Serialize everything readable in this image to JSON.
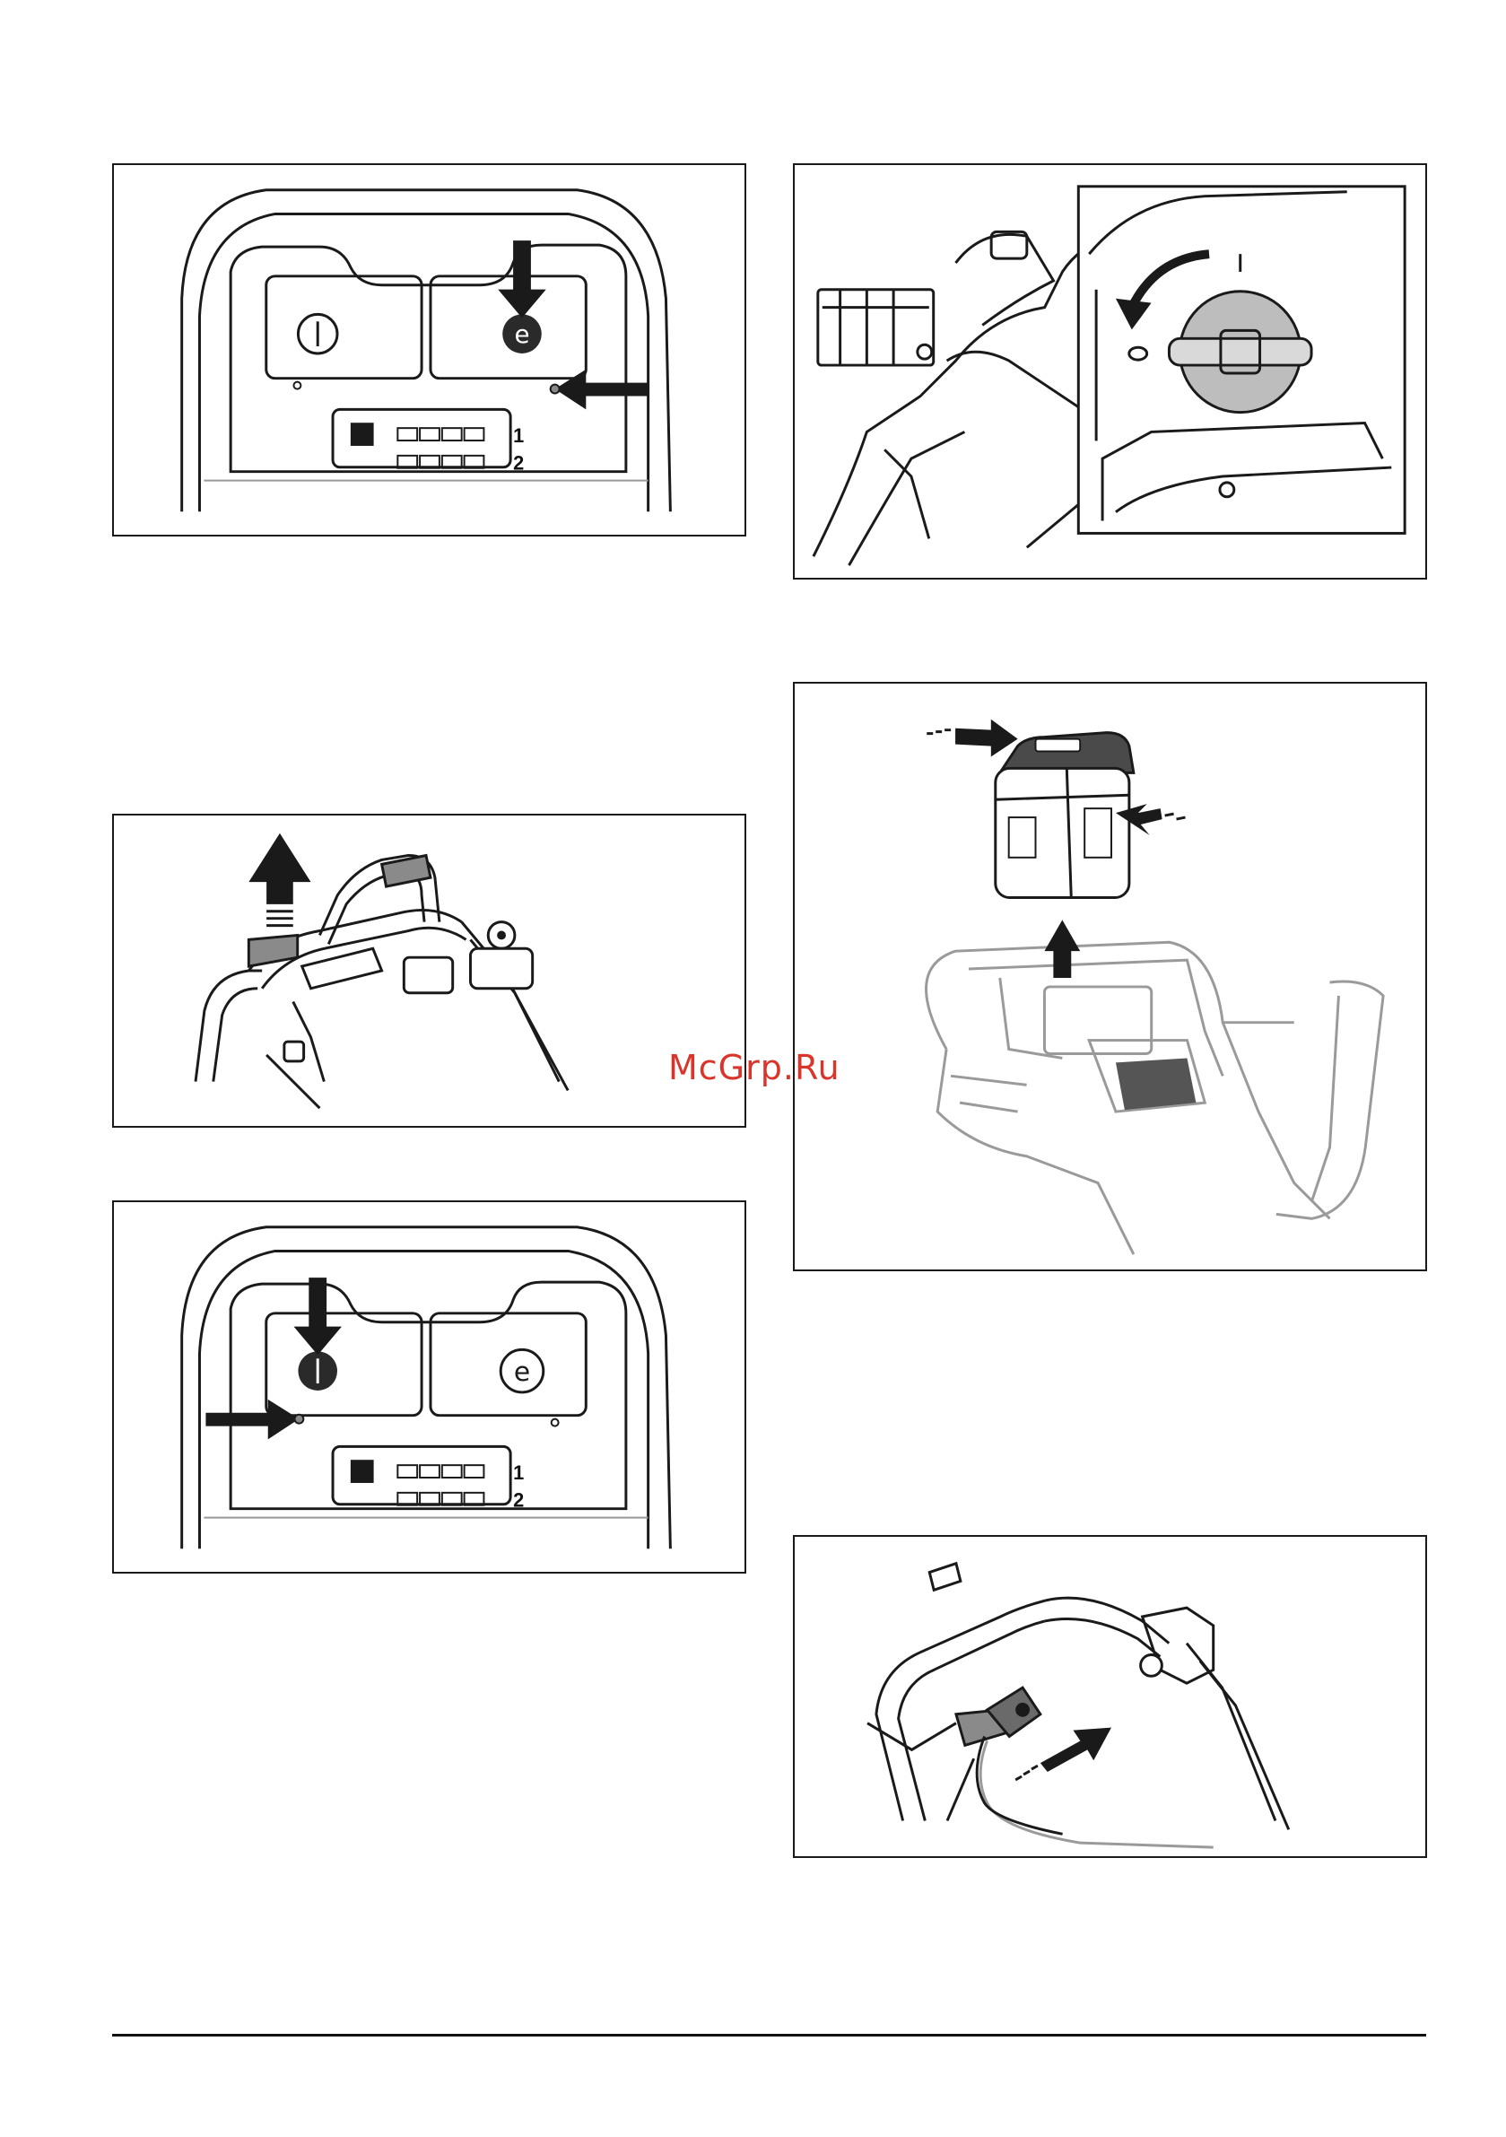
{
  "watermark": {
    "text": "McGrp.Ru"
  },
  "figures": {
    "panel_top": {
      "slot_labels": [
        "1",
        "2"
      ],
      "button_left_symbol": "power",
      "button_right_symbol": "eco"
    },
    "panel_bottom": {
      "slot_labels": [
        "1",
        "2"
      ],
      "button_left_symbol": "power",
      "button_right_symbol": "eco"
    },
    "key_switch": {
      "description_icon": "key-icon"
    },
    "handle_lift": {
      "icon": "arrow-up-icon"
    },
    "battery_removal": {
      "icon": "battery-icon"
    },
    "cable_connect": {
      "icon": "plug-icon"
    }
  },
  "colors": {
    "line": "#1a1a1a",
    "light_line": "#9a9a9a",
    "watermark": "#d9352b"
  }
}
